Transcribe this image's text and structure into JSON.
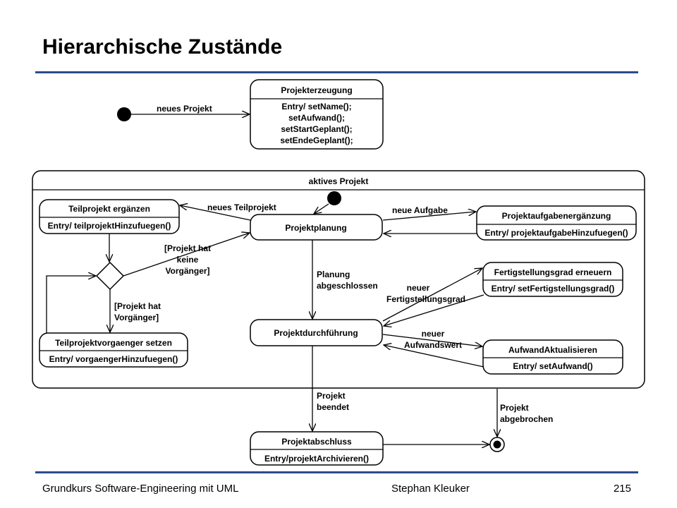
{
  "title": "Hierarchische Zustände",
  "footer": {
    "left": "Grundkurs Software-Engineering mit UML",
    "center": "Stephan Kleuker",
    "page": "215"
  },
  "states": {
    "projekterzeugung": {
      "name": "Projekterzeugung",
      "actions": [
        "Entry/ setName();",
        "setAufwand();",
        "setStartGeplant();",
        "setEndeGeplant();"
      ]
    },
    "aktives_projekt": {
      "name": "aktives Projekt"
    },
    "teilprojekt_ergaenzen": {
      "name": "Teilprojekt ergänzen",
      "action": "Entry/ teilprojektHinzufuegen()"
    },
    "projektplanung": {
      "name": "Projektplanung"
    },
    "projektaufgabenergaenzung": {
      "name": "Projektaufgabenergänzung",
      "action": "Entry/ projektaufgabeHinzufuegen()"
    },
    "fertigstellungsgrad": {
      "name": "Fertigstellungsgrad erneuern",
      "action": "Entry/ setFertigstellungsgrad()"
    },
    "projektdurchfuehrung": {
      "name": "Projektdurchführung"
    },
    "aufwand": {
      "name": "AufwandAktualisieren",
      "action": "Entry/ setAufwand()"
    },
    "teilprojektvorgaenger": {
      "name": "Teilprojektvorgaenger setzen",
      "action": "Entry/ vorgaengerHinzufuegen()"
    },
    "projektabschluss": {
      "name": "Projektabschluss",
      "action": "Entry/projektArchivieren()"
    }
  },
  "transitions": {
    "neues_projekt": [
      "neues Projekt"
    ],
    "neues_teilprojekt": [
      "neues Teilprojekt"
    ],
    "neue_aufgabe": [
      "neue Aufgabe"
    ],
    "keine_vorgaenger": [
      "[Projekt hat",
      "keine",
      "Vorgänger]"
    ],
    "hat_vorgaenger": [
      "[Projekt hat",
      "Vorgänger]"
    ],
    "planung_abgeschlossen": [
      "Planung",
      "abgeschlossen"
    ],
    "neuer_fertigstellungsgrad": [
      "neuer",
      "Fertigstellungsgrad"
    ],
    "neuer_aufwandswert": [
      "neuer",
      "Aufwandswert"
    ],
    "projekt_beendet": [
      "Projekt",
      "beendet"
    ],
    "projekt_abgebrochen": [
      "Projekt",
      "abgebrochen"
    ]
  }
}
